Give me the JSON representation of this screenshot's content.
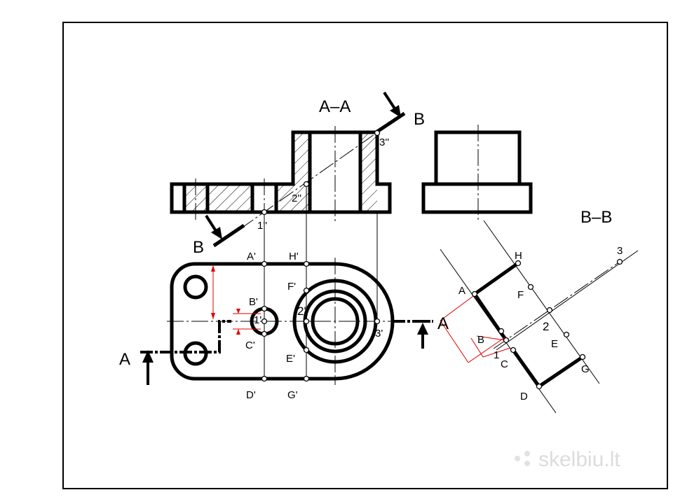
{
  "labels": {
    "section_aa": "A–A",
    "section_bb": "B–B",
    "cut_a_left": "A",
    "cut_a_right": "A",
    "cut_b_top": "B",
    "cut_b_bottom": "B",
    "p1pp": "1''",
    "p2pp": "2''",
    "p3pp": "3''",
    "Ap": "A'",
    "Hp": "H'",
    "Fp": "F'",
    "Bp": "B'",
    "Cp": "C'",
    "Ep": "E'",
    "Dp": "D'",
    "Gp": "G'",
    "p1p": "1'",
    "p2p": "2'",
    "p3p": "3'",
    "bb_A": "A",
    "bb_B": "B",
    "bb_C": "C",
    "bb_D": "D",
    "bb_E": "E",
    "bb_F": "F",
    "bb_G": "G",
    "bb_H": "H",
    "bb_1": "1",
    "bb_2": "2",
    "bb_3": "3"
  },
  "watermark": "skelbiu.lt",
  "colors": {
    "line": "#000000",
    "dimension": "#e00000",
    "watermark": "#dcdcdc"
  }
}
